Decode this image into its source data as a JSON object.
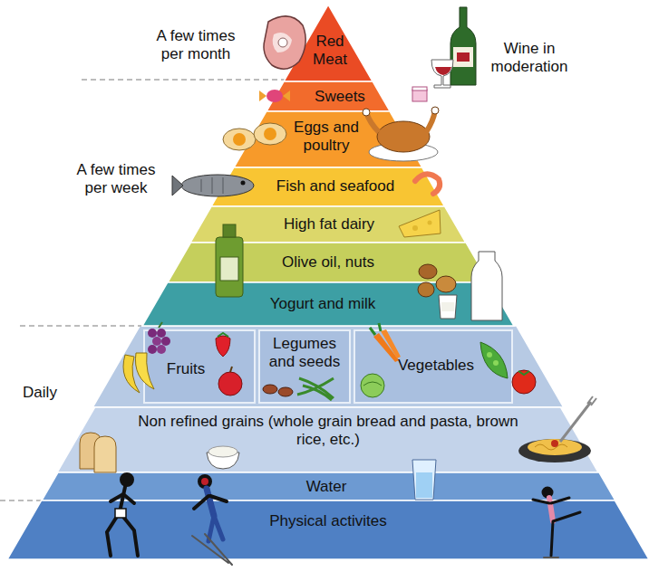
{
  "diagram": {
    "nodes": [
      {
        "text": [
          "Red Meat"
        ]
      },
      {
        "text": [
          "Sweets"
        ]
      },
      {
        "text": [
          "Eggs and poultry"
        ]
      },
      {
        "text": [
          "Fish and seafood"
        ]
      },
      {
        "text": [
          "High fat dairy"
        ]
      },
      {
        "text": [
          "Olive oil, nuts"
        ]
      },
      {
        "text": [
          "Yogurt and milk"
        ]
      },
      {
        "text": [
          "Fruits"
        ]
      },
      {
        "text": [
          "Legumes and seeds"
        ]
      },
      {
        "text": [
          "Vegetables"
        ]
      },
      {
        "text": [
          "Non refined grains (whole grain bread and pasta, brown rice, etc.)"
        ]
      },
      {
        "text": [
          "Water"
        ]
      },
      {
        "text": [
          "Physical activites"
        ]
      }
    ],
    "labels": [
      "A few times per month",
      "A few times per week",
      "Daily",
      "Wine in moderation"
    ]
  }
}
